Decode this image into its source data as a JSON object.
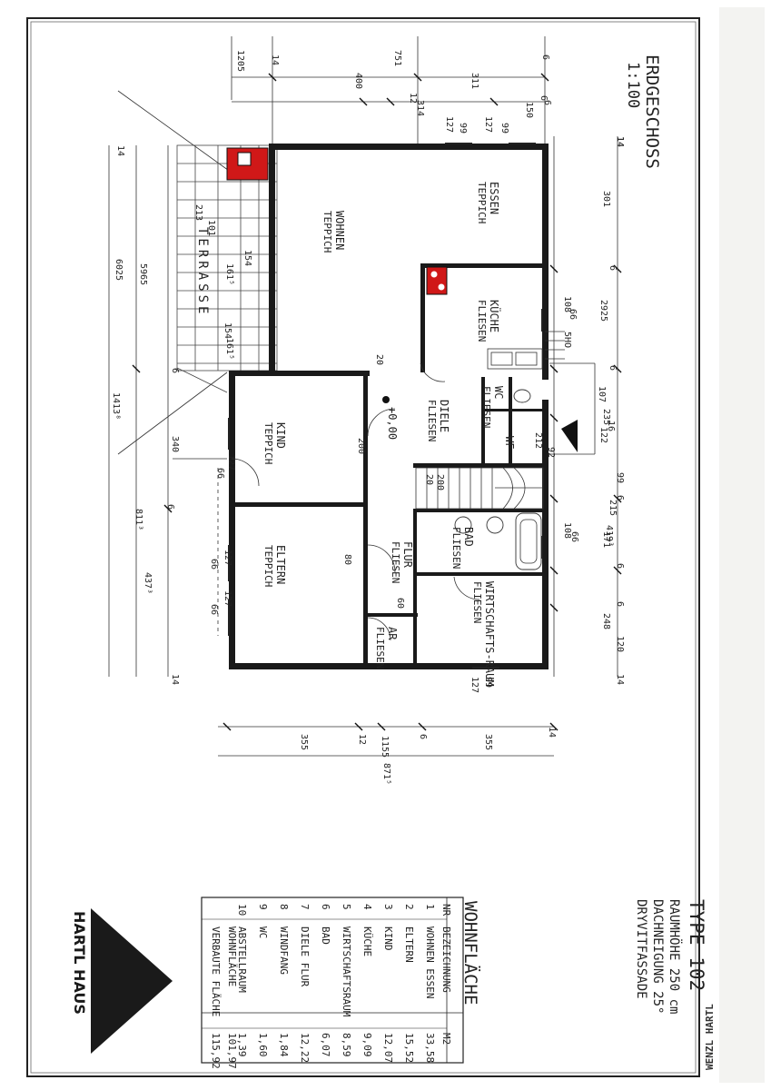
{
  "plan": {
    "title": "ERDGESCHOSS",
    "scale": "1:100",
    "datum": "+0,00",
    "terrace": "TERRASSE",
    "stair_marks": [
      "20",
      "200"
    ]
  },
  "rooms": [
    {
      "name": "ESSEN",
      "floor": "TEPPICH",
      "dims": [
        "301"
      ]
    },
    {
      "name": "WOHNEN",
      "floor": "TEPPICH"
    },
    {
      "name": "KÜCHE",
      "floor": "FLIESEN",
      "dims": [
        "200",
        "200",
        "20"
      ]
    },
    {
      "name": "DIELE",
      "floor": "FLIESEN"
    },
    {
      "name": "KIND",
      "floor": "TEPPICH"
    },
    {
      "name": "ELTERN",
      "floor": "TEPPICH"
    },
    {
      "name": "FLUR",
      "floor": "FLIESEN"
    },
    {
      "name": "BAD",
      "floor": "FLIESEN"
    },
    {
      "name": "WIRTSCHAFTS-RAUM",
      "floor": "FLIESEN"
    },
    {
      "name": "AR",
      "floor": "FLIESEN"
    },
    {
      "name": "WC",
      "floor": "FLIESEN"
    },
    {
      "name": "WF",
      "floor": ""
    }
  ],
  "door_marks": [
    "200",
    "80",
    "60",
    "20"
  ],
  "dims": {
    "top": [
      "14",
      "1205",
      "751",
      "400",
      "311",
      "12",
      "314",
      "6",
      "150",
      "127",
      "99",
      "127",
      "99",
      "14",
      "6",
      "6"
    ],
    "right": [
      "14",
      "301",
      "6",
      "2925",
      "108",
      "66",
      "6",
      "107",
      "235",
      "16",
      "122",
      "99",
      "6",
      "215",
      "171",
      "6",
      "419³",
      "248",
      "6",
      "120",
      "14",
      "108",
      "66",
      "5HO"
    ],
    "left": [
      "14",
      "213",
      "101",
      "6025",
      "5965",
      "154",
      "161⁵",
      "154",
      "161⁵",
      "6",
      "1413⁸",
      "340",
      "127",
      "66",
      "811³",
      "6",
      "437³",
      "127",
      "66",
      "127",
      "66",
      "14"
    ],
    "bottom": [
      "355",
      "12",
      "1155",
      "6",
      "355",
      "14",
      "871⁵",
      "127",
      "99",
      "212",
      "92"
    ]
  },
  "legend": {
    "type": "TYPE 102",
    "lines": [
      "RAUMHÖHE 250 cm",
      "DACHNEIGUNG 25°",
      "DRYVITFASSADE"
    ],
    "heading": "WOHNFLÄCHE",
    "col_nr": "NR",
    "col_name": "BEZEICHNUNG",
    "col_area": "M2",
    "rows": [
      {
        "nr": "1",
        "name": "WOHNEN ESSEN",
        "area": "33,58"
      },
      {
        "nr": "2",
        "name": "ELTERN",
        "area": "15,52"
      },
      {
        "nr": "3",
        "name": "KIND",
        "area": "12,07"
      },
      {
        "nr": "4",
        "name": "KÜCHE",
        "area": "9,09"
      },
      {
        "nr": "5",
        "name": "WIRTSCHAFTSRAUM",
        "area": "8,59"
      },
      {
        "nr": "6",
        "name": "BAD",
        "area": "6,07"
      },
      {
        "nr": "7",
        "name": "DIELE FLUR",
        "area": "12,22"
      },
      {
        "nr": "8",
        "name": "WINDFANG",
        "area": "1,84"
      },
      {
        "nr": "9",
        "name": "WC",
        "area": "1,60"
      },
      {
        "nr": "10",
        "name": "ABSTELLRAUM",
        "area": "1,39"
      }
    ],
    "total_label": "WOHNFLÄCHE",
    "total_value": "101,97",
    "built_label": "VERBAUTE FLÄCHE",
    "built_value": "115,92"
  },
  "brand": "HARTL HAUS",
  "stamp": "WENZL HARTL"
}
